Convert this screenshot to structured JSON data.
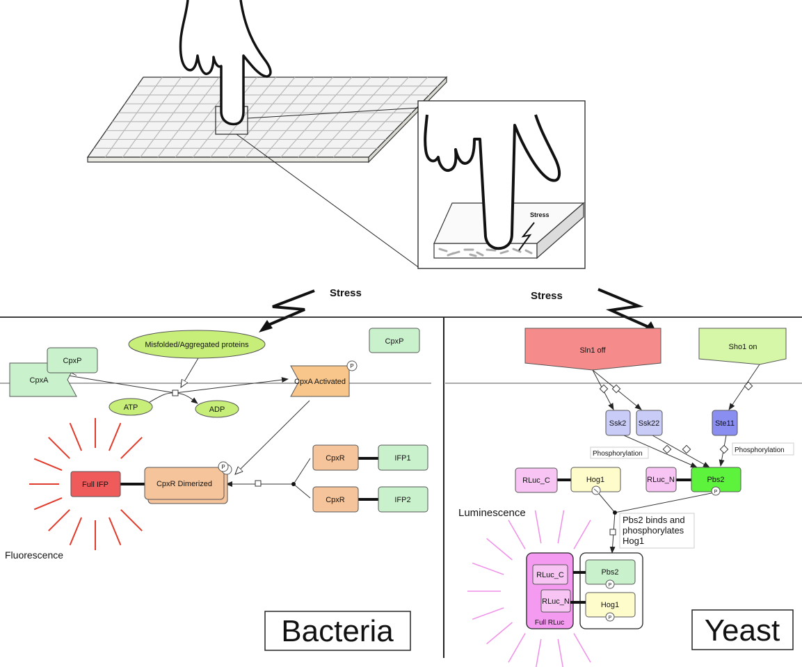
{
  "inset": {
    "stress_label": "Stress"
  },
  "arrows": {
    "left_label": "Stress",
    "right_label": "Stress"
  },
  "bacteria": {
    "panel_label": "Bacteria",
    "cpxp_top": "CpxP",
    "cpxp_left": "CpxP",
    "cpxa": "CpxA",
    "misfolded": "Misfolded/Aggregated proteins",
    "atp": "ATP",
    "adp": "ADP",
    "cpxa_activated": "CpxA Activated",
    "cpxr_1": "CpxR",
    "cpxr_2": "CpxR",
    "ifp1": "IFP1",
    "ifp2": "IFP2",
    "cpxr_dimerized": "CpxR Dimerized",
    "full_ifp": "Full IFP",
    "fluorescence": "Fluorescence",
    "phospho_badge": "P",
    "colors": {
      "green_light": "#c9f2cc",
      "green_node": "#c8ee7a",
      "orange": "#f8c68a",
      "peach": "#f6c49a",
      "red": "#ef5a5a",
      "rays": "#e23a2a"
    }
  },
  "yeast": {
    "panel_label": "Yeast",
    "sln1": "Sln1 off",
    "sho1": "Sho1 on",
    "ssk2": "Ssk2",
    "ssk22": "Ssk22",
    "ste11": "Ste11",
    "phosphorylation_left": "Phosphorylation",
    "phosphorylation_right": "Phosphorylation",
    "rluc_c": "RLuc_C",
    "hog1": "Hog1",
    "rluc_n": "RLuc_N",
    "pbs2": "Pbs2",
    "luminescence": "Luminescence",
    "binds_note": [
      "Pbs2 binds and",
      "phosphorylates",
      "Hog1"
    ],
    "complex_rluc_c": "RLuc_C",
    "complex_rluc_n": "RLuc_N",
    "complex_pbs2": "Pbs2",
    "complex_hog1": "Hog1",
    "full_rluc": "Full RLuc",
    "phospho_badge": "P",
    "colors": {
      "pink_box": "#f58b8b",
      "green_light": "#d7f7a8",
      "lavender": "#c9ccf6",
      "blue": "#8a8ef0",
      "pink": "#f7c4f3",
      "yellow": "#fffccc",
      "green": "#5df33c",
      "magenta": "#f49af0",
      "rays": "#f08ee8"
    }
  }
}
